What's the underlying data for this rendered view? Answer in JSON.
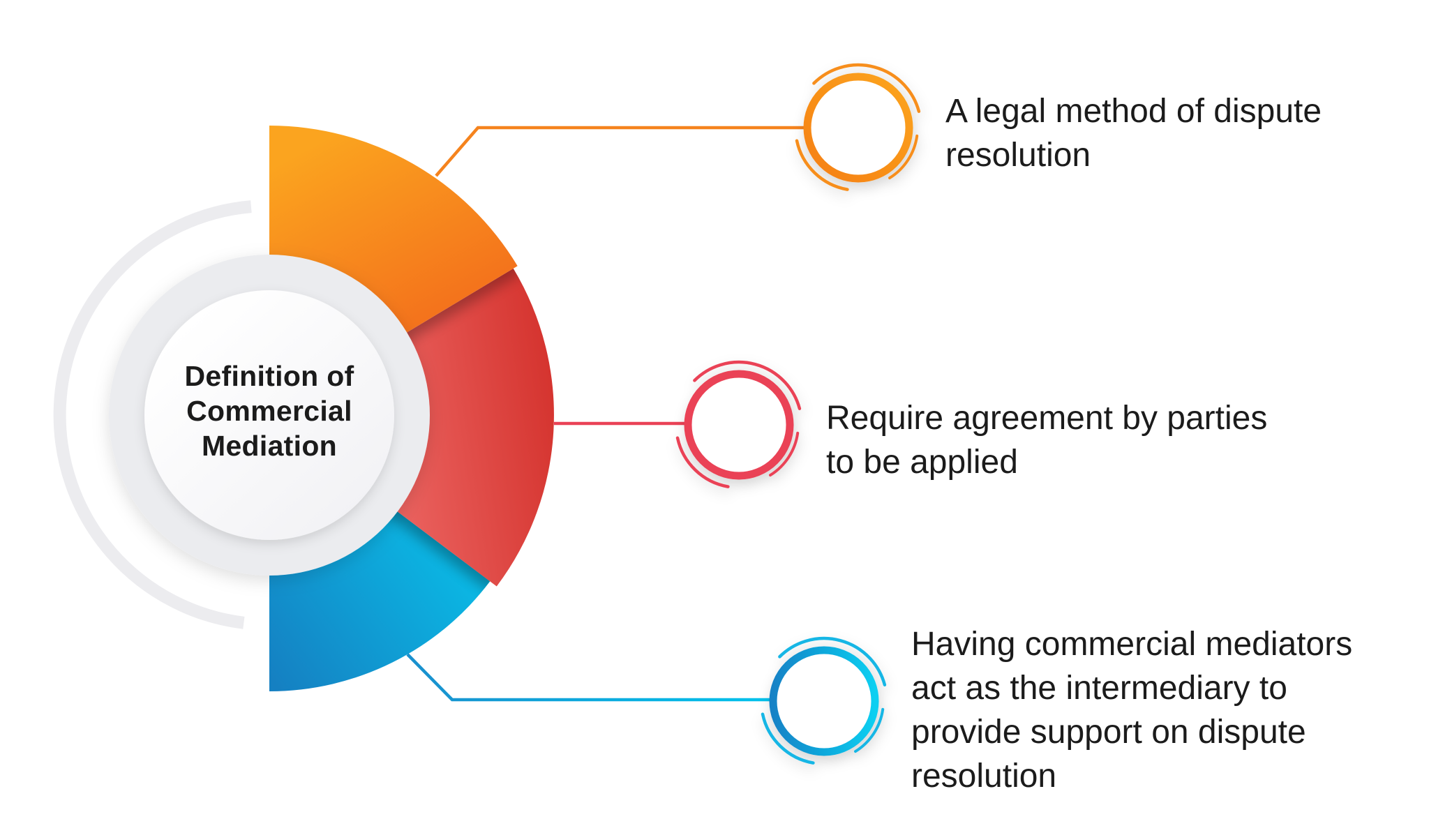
{
  "title": {
    "text": "Definition of\nCommercial\nMediation"
  },
  "items": [
    {
      "key": "legal-method",
      "color": "orange",
      "text": "A legal method of dispute\nresolution"
    },
    {
      "key": "party-agreement",
      "color": "red",
      "text": "Require agreement by parties\nto be applied"
    },
    {
      "key": "commercial-mediators",
      "color": "blue",
      "text": "Having commercial mediators\nact as the intermediary to\nprovide support on dispute\nresolution"
    }
  ],
  "colors": {
    "background": "#FFFFFF",
    "text": "#1B1B1B",
    "gray_arc": "#ECECEF",
    "ring_fill": "#EBECEF",
    "disc_from": "#FFFFFF",
    "disc_to": "#F2F2F5",
    "orange": {
      "wedge_from": "#FBA41F",
      "wedge_to": "#F4731C",
      "line": "#F5831D",
      "ring_from": "#F57F12",
      "ring_to": "#FCA51F",
      "accent": "#F78E1B"
    },
    "red": {
      "wedge_from": "#EC6663",
      "wedge_to": "#D5342F",
      "line": "#EA4256",
      "ring": "#EA4256",
      "accent": "#EA4256"
    },
    "blue": {
      "wedge_from": "#1580C2",
      "wedge_to": "#06D2F4",
      "line_from": "#1A8FCD",
      "line_to": "#00C2EC",
      "ring_from": "#1282C6",
      "ring_to": "#10CFF1",
      "accent": "#12B6E5"
    }
  }
}
